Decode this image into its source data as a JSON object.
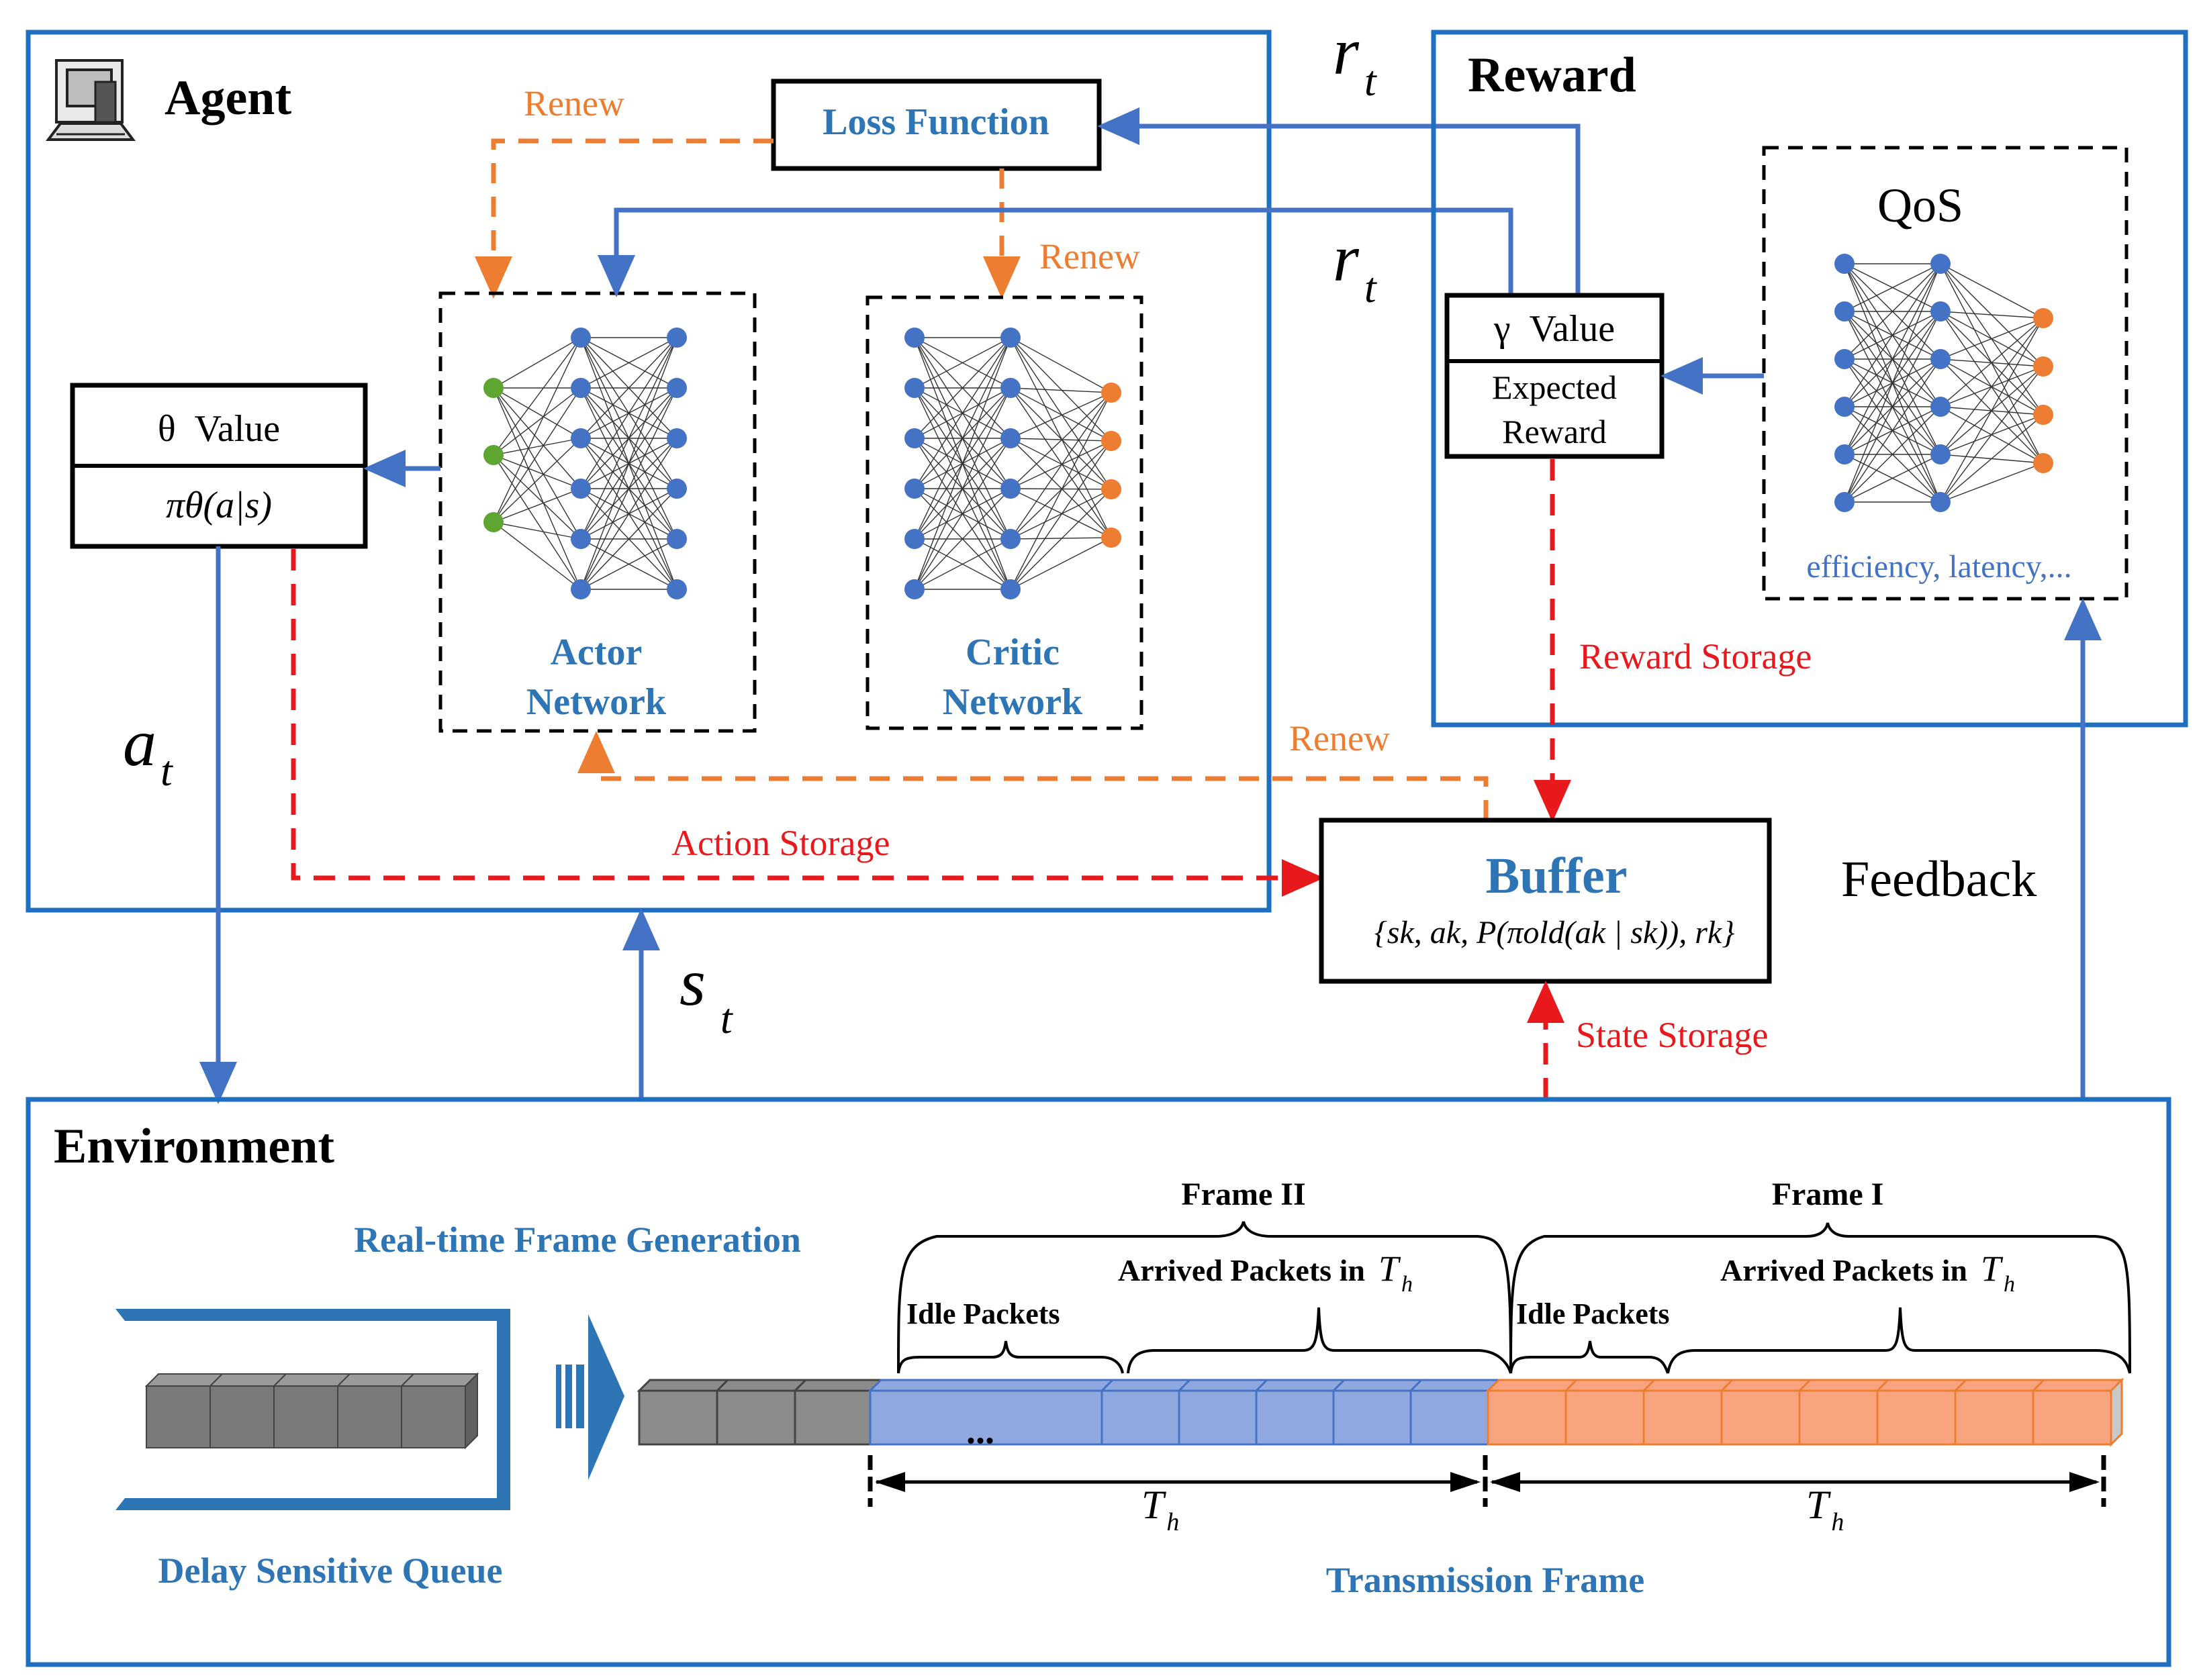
{
  "colors": {
    "blue": "#4472C4",
    "frame_blue": "#1F6FC0",
    "label_blue": "#2E75B6",
    "orange": "#ED7D31",
    "red": "#E8191C",
    "black": "#000000",
    "green": "#5FA532",
    "gray_block": "#7F7F7F"
  },
  "agent": {
    "title": "Agent",
    "icon": "computer-icon",
    "loss_function": "Loss Function",
    "theta_value": "θ  Value",
    "policy": "πθ(a|s)",
    "actor": {
      "line1": "Actor",
      "line2": "Network"
    },
    "critic": {
      "line1": "Critic",
      "line2": "Network"
    },
    "renew_top": "Renew",
    "renew_mid": "Renew",
    "renew_bottom": "Renew",
    "action_storage": "Action Storage"
  },
  "reward": {
    "title": "Reward",
    "gamma_value": "γ  Value",
    "expected_line1": "Expected",
    "expected_line2": "Reward",
    "qos": "QoS",
    "qos_caption": "efficiency, latency,...",
    "reward_storage": "Reward Storage"
  },
  "signals": {
    "r_t_top": "r",
    "r_t_mid": "r",
    "t_sub": "t",
    "a_t": "a",
    "s_t": "s",
    "feedback": "Feedback"
  },
  "buffer": {
    "title": "Buffer",
    "tuple": "{sk, ak, P(πold(ak | sk)), rk}",
    "state_storage": "State Storage"
  },
  "environment": {
    "title": "Environment",
    "realtime": "Real-time Frame Generation",
    "delay_queue": "Delay Sensitive Queue",
    "transmission": "Transmission Frame",
    "frame2": "Frame II",
    "frame1": "Frame I",
    "arrived": "Arrived Packets in",
    "idle": "Idle Packets",
    "th": "T",
    "th_sub": "h",
    "ellipsis": "..."
  }
}
